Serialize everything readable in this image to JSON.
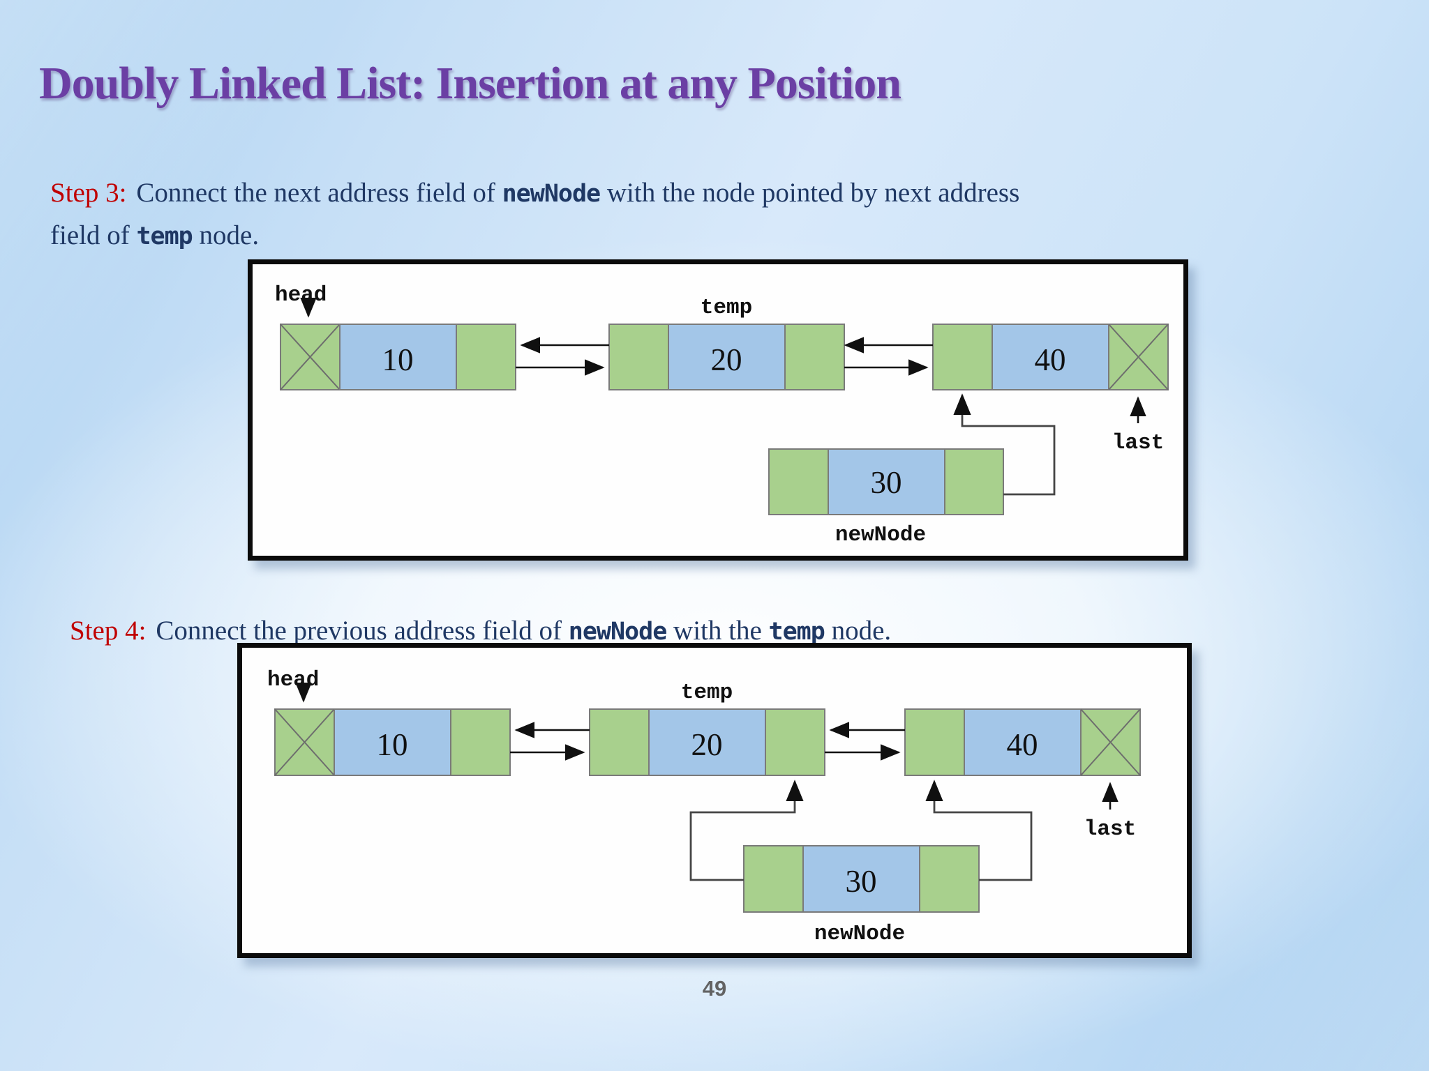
{
  "slide": {
    "title": "Doubly Linked List: Insertion at any Position",
    "page_number": "49"
  },
  "step3": {
    "label": "Step 3:",
    "t1": "Connect the next address field of",
    "code1": "newNode",
    "t2": " with the node pointed by next address",
    "t3": "field of",
    "code2": "temp",
    "t4": " node."
  },
  "step4": {
    "label": "Step 4:",
    "t1": "Connect the previous address field of",
    "code1": "newNode",
    "t2": " with the",
    "code2": "temp",
    "t3": " node."
  },
  "diagram1": {
    "head_label": "head",
    "temp_label": "temp",
    "last_label": "last",
    "newnode_label": "newNode",
    "node10": "10",
    "node20": "20",
    "node40": "40",
    "node30": "30"
  },
  "diagram2": {
    "head_label": "head",
    "temp_label": "temp",
    "last_label": "last",
    "newnode_label": "newNode",
    "node10": "10",
    "node20": "20",
    "node40": "40",
    "node30": "30"
  },
  "colors": {
    "title_purple": "#6B3FA4",
    "step_red": "#C00000",
    "body_navy": "#1F3864",
    "cell_green": "#A8D08D",
    "cell_blue": "#A3C6E8",
    "cell_border_gray": "#7A7A7A",
    "diagram_border_black": "#0B0B0B",
    "page_number_gray": "#636363"
  }
}
